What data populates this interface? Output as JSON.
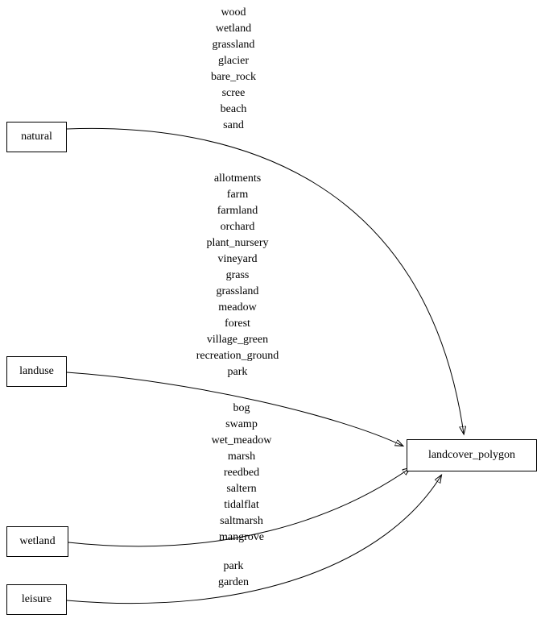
{
  "diagram": {
    "type": "graph",
    "colors": {
      "background": "#ffffff",
      "node_border": "#000000",
      "edge": "#000000",
      "text": "#000000"
    },
    "target_node": {
      "id": "landcover_polygon",
      "label": "landcover_polygon"
    },
    "nodes": [
      {
        "id": "natural",
        "label": "natural"
      },
      {
        "id": "landuse",
        "label": "landuse"
      },
      {
        "id": "wetland",
        "label": "wetland"
      },
      {
        "id": "leisure",
        "label": "leisure"
      }
    ],
    "edges": [
      {
        "from": "natural",
        "to": "landcover_polygon",
        "values": [
          "wood",
          "wetland",
          "grassland",
          "glacier",
          "bare_rock",
          "scree",
          "beach",
          "sand"
        ]
      },
      {
        "from": "landuse",
        "to": "landcover_polygon",
        "values": [
          "allotments",
          "farm",
          "farmland",
          "orchard",
          "plant_nursery",
          "vineyard",
          "grass",
          "grassland",
          "meadow",
          "forest",
          "village_green",
          "recreation_ground",
          "park"
        ]
      },
      {
        "from": "wetland",
        "to": "landcover_polygon",
        "values": [
          "bog",
          "swamp",
          "wet_meadow",
          "marsh",
          "reedbed",
          "saltern",
          "tidalflat",
          "saltmarsh",
          "mangrove"
        ]
      },
      {
        "from": "leisure",
        "to": "landcover_polygon",
        "values": [
          "park",
          "garden"
        ]
      }
    ]
  }
}
